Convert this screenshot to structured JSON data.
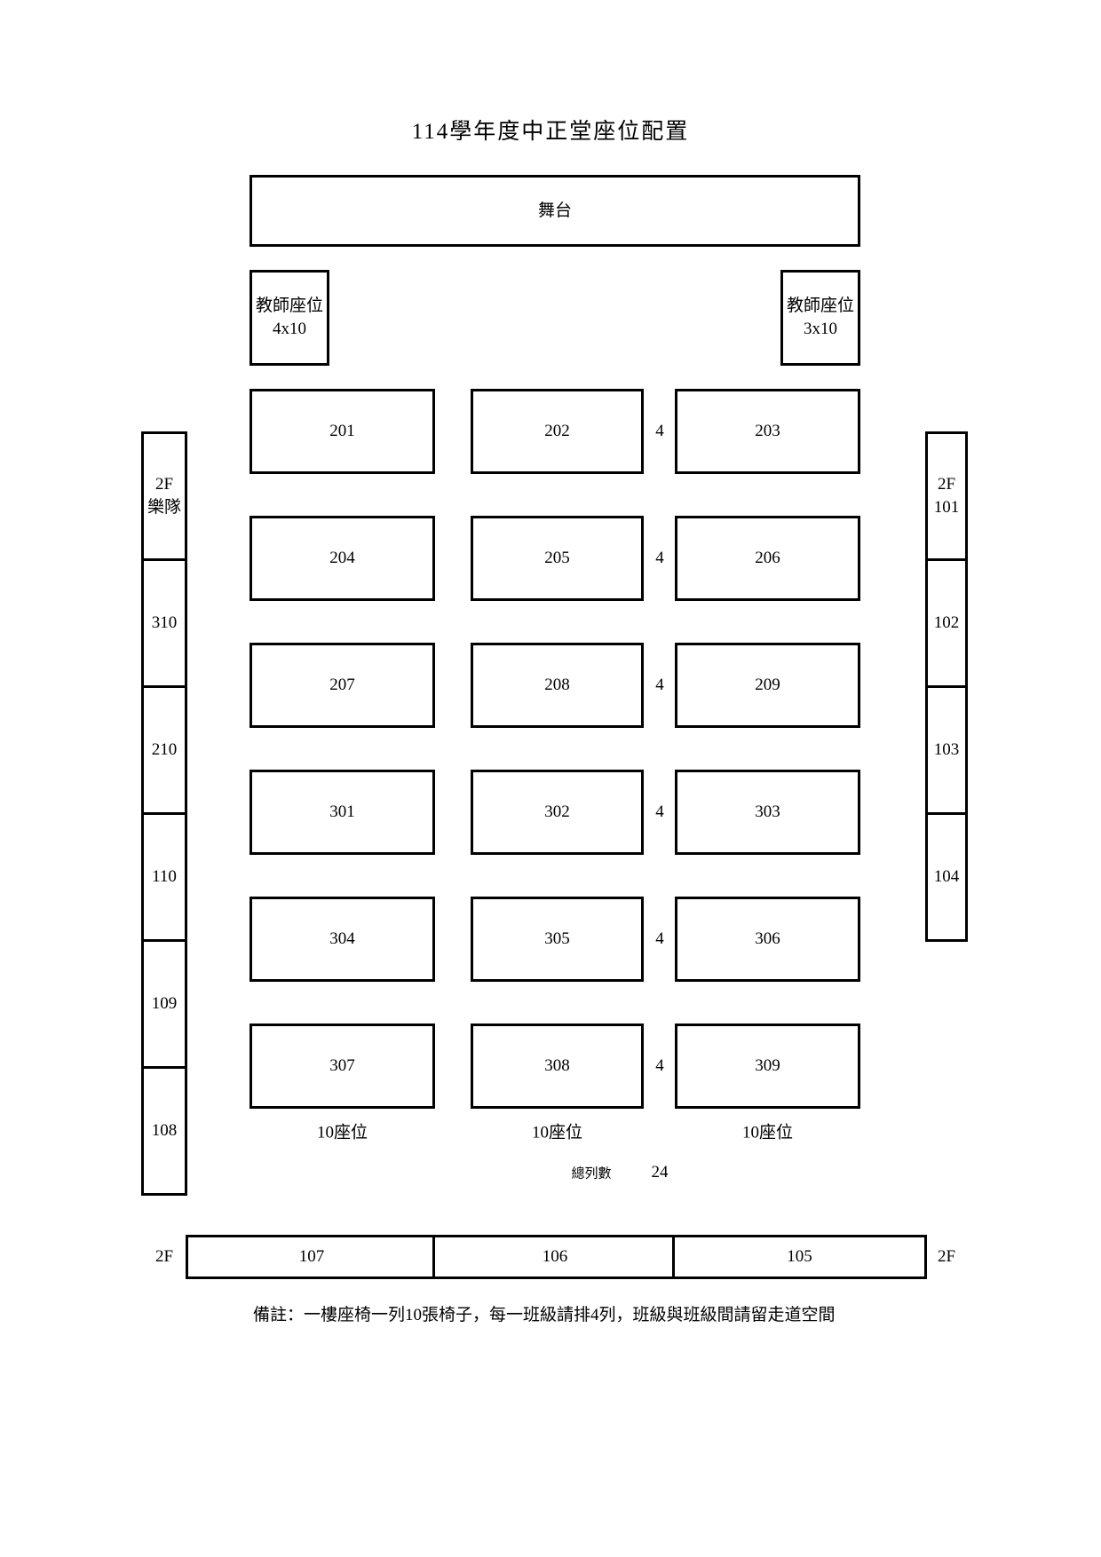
{
  "title": "114學年度中正堂座位配置",
  "stage": "舞台",
  "teacher_left": {
    "label": "教師座位",
    "size": "4x10"
  },
  "teacher_right": {
    "label": "教師座位",
    "size": "3x10"
  },
  "blocks": [
    [
      "201",
      "202",
      "203"
    ],
    [
      "204",
      "205",
      "206"
    ],
    [
      "207",
      "208",
      "209"
    ],
    [
      "301",
      "302",
      "303"
    ],
    [
      "304",
      "305",
      "306"
    ],
    [
      "307",
      "308",
      "309"
    ]
  ],
  "row_gap_label": "4",
  "column_seats": [
    "10座位",
    "10座位",
    "10座位"
  ],
  "left_side": [
    {
      "floor": "2F",
      "name": "樂隊"
    },
    {
      "name": "310"
    },
    {
      "name": "210"
    },
    {
      "name": "110"
    },
    {
      "name": "109"
    },
    {
      "name": "108"
    }
  ],
  "right_side": [
    {
      "floor": "2F",
      "name": "101"
    },
    {
      "name": "102"
    },
    {
      "name": "103"
    },
    {
      "name": "104"
    }
  ],
  "total_rows_label": "總列數",
  "total_rows": "24",
  "bottom": {
    "left_floor": "2F",
    "right_floor": "2F",
    "cells": [
      "107",
      "106",
      "105"
    ]
  },
  "note": "備註：一樓座椅一列10張椅子，每一班級請排4列，班級與班級間請留走道空間"
}
